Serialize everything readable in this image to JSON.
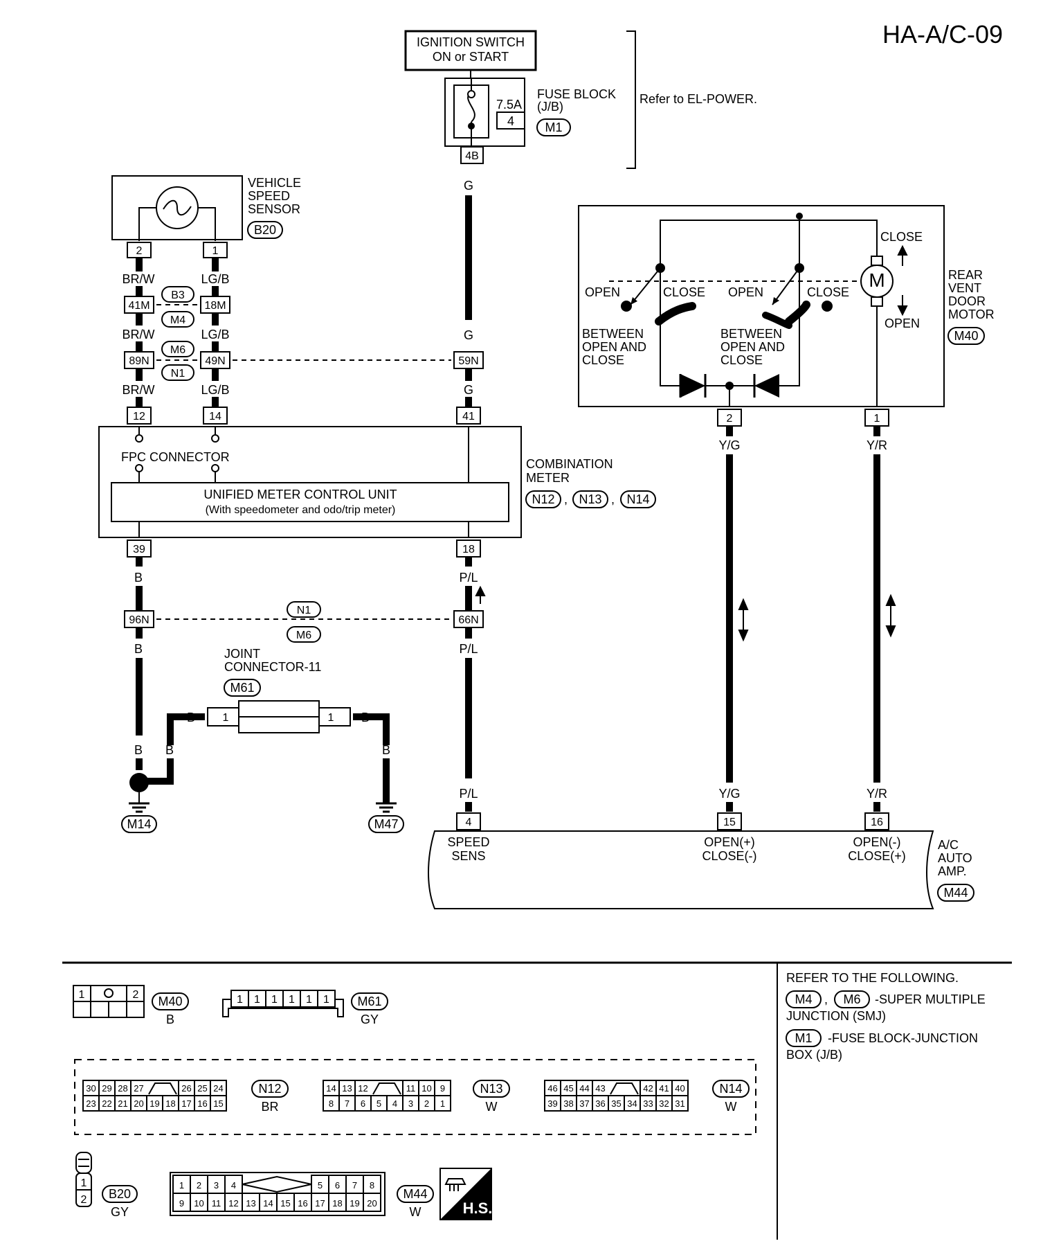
{
  "page_id": "HA-A/C-09",
  "ignition": {
    "line1": "IGNITION SWITCH",
    "line2": "ON or START"
  },
  "fuse_block": {
    "amp": "7.5A",
    "num": "4",
    "title": "FUSE BLOCK",
    "sub": "(J/B)",
    "conn": "M1",
    "term": "4B"
  },
  "refer_power": "Refer to EL-POWER.",
  "vss": {
    "line1": "VEHICLE",
    "line2": "SPEED",
    "line3": "SENSOR",
    "conn": "B20",
    "pin_left": "2",
    "pin_right": "1"
  },
  "wires": {
    "brw": "BR/W",
    "lgb": "LG/B",
    "g": "G",
    "b": "B",
    "pl": "P/L",
    "yg": "Y/G",
    "yr": "Y/R"
  },
  "junctions": {
    "c41m": "41M",
    "c18m": "18M",
    "b3": "B3",
    "m4": "M4",
    "c89n": "89N",
    "c49n": "49N",
    "c59n": "59N",
    "m6": "M6",
    "n1": "N1",
    "c96n": "96N",
    "c66n": "66N"
  },
  "meter": {
    "pin12": "12",
    "pin14": "14",
    "pin41": "41",
    "pin39": "39",
    "pin18": "18",
    "fpc": "FPC CONNECTOR",
    "unit_line1": "UNIFIED METER CONTROL UNIT",
    "unit_line2": "(With speedometer and odo/trip meter)",
    "title1": "COMBINATION",
    "title2": "METER",
    "conn1": "N12",
    "conn2": "N13",
    "conn3": "N14",
    "sep": ","
  },
  "joint": {
    "line1": "JOINT",
    "line2": "CONNECTOR-11",
    "conn": "M61",
    "pin": "1"
  },
  "grounds": {
    "g1": "M14",
    "g2": "M47"
  },
  "motor": {
    "open": "OPEN",
    "close": "CLOSE",
    "between1": "BETWEEN",
    "between2": "OPEN AND",
    "between3": "CLOSE",
    "m": "M",
    "title1": "REAR",
    "title2": "VENT",
    "title3": "DOOR",
    "title4": "MOTOR",
    "conn": "M40",
    "pin2": "2",
    "pin1": "1"
  },
  "amp": {
    "pin4": "4",
    "pin15": "15",
    "pin16": "16",
    "speed1": "SPEED",
    "speed2": "SENS",
    "open_p": "OPEN(+)",
    "close_m": "CLOSE(-)",
    "open_m": "OPEN(-)",
    "close_p": "CLOSE(+)",
    "title1": "A/C",
    "title2": "AUTO",
    "title3": "AMP.",
    "conn": "M44"
  },
  "views": {
    "m40_color": "B",
    "m61_color": "GY",
    "n12_color": "BR",
    "n13_color": "W",
    "n14_color": "W",
    "b20_color": "GY",
    "m44_color": "W",
    "hs": "H.S.",
    "m40_pins": [
      "1",
      "2"
    ],
    "m61_pins": [
      "1",
      "1",
      "1",
      "1",
      "1",
      "1"
    ],
    "n12_top": [
      "30",
      "29",
      "28",
      "27",
      "26",
      "25",
      "24"
    ],
    "n12_bot": [
      "23",
      "22",
      "21",
      "20",
      "19",
      "18",
      "17",
      "16",
      "15"
    ],
    "n13_top": [
      "14",
      "13",
      "12",
      "11",
      "10",
      "9"
    ],
    "n13_bot": [
      "8",
      "7",
      "6",
      "5",
      "4",
      "3",
      "2",
      "1"
    ],
    "n14_top": [
      "46",
      "45",
      "44",
      "43",
      "42",
      "41",
      "40"
    ],
    "n14_bot": [
      "39",
      "38",
      "37",
      "36",
      "35",
      "34",
      "33",
      "32",
      "31"
    ],
    "b20_pins": [
      "1",
      "2"
    ],
    "m44_top": [
      "1",
      "2",
      "3",
      "4",
      "5",
      "6",
      "7",
      "8"
    ],
    "m44_bot": [
      "9",
      "10",
      "11",
      "12",
      "13",
      "14",
      "15",
      "16",
      "17",
      "18",
      "19",
      "20"
    ]
  },
  "refer": {
    "head": "REFER TO THE FOLLOWING.",
    "m4": "M4",
    "m6": "M6",
    "smj1": "-SUPER MULTIPLE",
    "smj2": "JUNCTION (SMJ)",
    "m1": "M1",
    "jb1": "-FUSE BLOCK-JUNCTION",
    "jb2": "BOX (J/B)"
  }
}
